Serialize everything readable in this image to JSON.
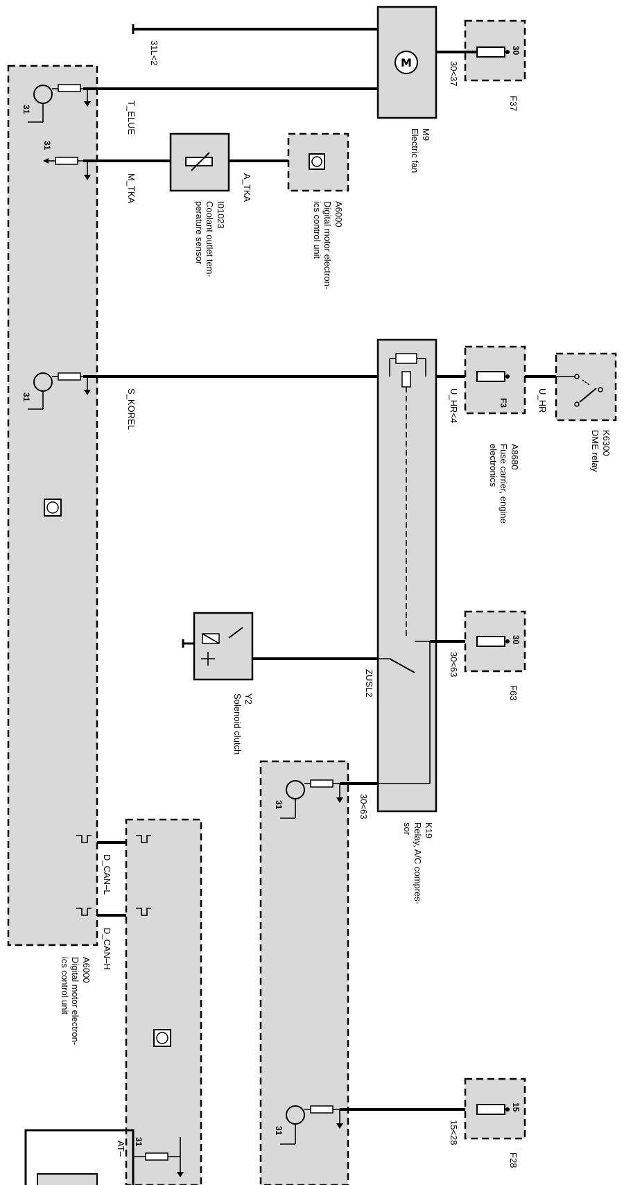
{
  "components": {
    "m9": {
      "code": "M9",
      "name": "Electric fan"
    },
    "f37": {
      "code": "F37",
      "pin": "30"
    },
    "i01023": {
      "code": "I01023",
      "name": "Coolant outlet tem-",
      "name2": "perature sensor"
    },
    "a6000_top": {
      "code": "A6000",
      "name": "Digital motor electron-",
      "name2": "ics control unit"
    },
    "k6300": {
      "code": "K6300",
      "name": "DME relay"
    },
    "a8680": {
      "code": "A8680",
      "name": "Fuse carrier, engine",
      "name2": "electronics",
      "fuse": "F3"
    },
    "f63": {
      "code": "F63",
      "pin": "30"
    },
    "y2": {
      "code": "Y2",
      "name": "Solenoid clutch"
    },
    "k19": {
      "code": "K19",
      "name": "Relay, A/C compres-",
      "name2": "sor"
    },
    "a6000_main": {
      "code": "A6000",
      "name": "Digital motor electron-",
      "name2": "ics control unit"
    },
    "f28": {
      "code": "F28",
      "pin": "15"
    }
  },
  "wires": {
    "w_31l2": "31L<2",
    "w_30_37": "30<37",
    "t_elue": "T_ELUE",
    "m_tka": "M_TKA",
    "a_tka": "A_TKA",
    "s_korel": "S_KOREL",
    "u_hr": "U_HR",
    "u_hr4": "U_HR<4",
    "w_30_63": "30<63",
    "zusl2": "ZUSL2",
    "w_30_63b": "30<63",
    "d_can_l": "D_CAN–L",
    "d_can_h": "D_CAN–H",
    "w_15_28": "15<28",
    "at": "AT–"
  },
  "pins": {
    "ground": "31"
  }
}
